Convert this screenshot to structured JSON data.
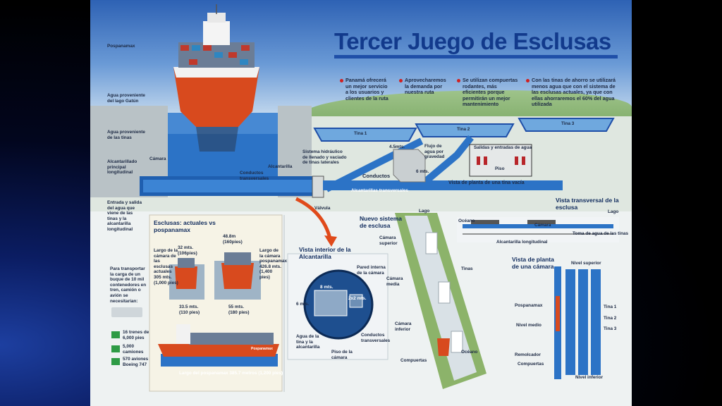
{
  "title": "Tercer Juego de Esclusas",
  "bullets": [
    "Panamá ofrecerá un mejor servicio a los usuarios y clientes de la ruta",
    "Aprovecharemos la demanda por nuestra ruta",
    "Se utilizan compuertas rodantes, más eficientes porque permitirán un mejor mantenimiento",
    "Con las tinas de ahorro se utilizará menos agua que con el sistema de las esclusas actuales, ya que con ellas ahorraremos el 60% del agua utilizada"
  ],
  "section_main": {
    "postpanamax": "Pospanamax",
    "agua_gatun": "Agua proveniente del lago Gatún",
    "agua_tinas": "Agua proveniente de las tinas",
    "camara": "Cámara",
    "alcantarillado": "Alcantarillado principal longitudinal",
    "entrada_salida": "Entrada y salida del agua que viene de las tinas y la alcantarilla longitudinal",
    "conductos_transversales": "Conductos transversales",
    "alcantarilla": "Alcantarilla",
    "sistema_hidraulico": "Sistema hidráulico de llenado y vaciado de tinas laterales",
    "valvula": "Válvula",
    "conductos": "Conductos",
    "alcantarillas_transversales": "Alcantarillas transversales",
    "flujo_agua": "Flujo de agua por gravedad",
    "dim_45": "4.5mts.",
    "dim_6": "6 mts.",
    "tina1": "Tina 1",
    "tina2": "Tina 2",
    "tina3": "Tina 3",
    "salidas_entradas": "Salidas y entradas de agua",
    "piso": "Piso",
    "vista_planta_tina": "Vista de planta de una tina vacía"
  },
  "section_esclusas": {
    "heading": "Esclusas: actuales vs pospanamax",
    "width_actual": "32 mts. (106pies)",
    "width_new": "48.8m (160pies)",
    "length_actual": "Largo de la cámara de las esclusas actuales 305 mts. (1,000 pies)",
    "length_new": "Largo de la cámara pospanamax 426.8 mts. (1,400 pies)",
    "depth_actual": "33.5 mts. (110 pies)",
    "depth_new": "55 mts. (180 pies)",
    "transport": "Para transportar la carga de un buque de 10 mil contenedores en tren, camión o avión se necesitarían:",
    "trenes": "16 trenes de 6,000 pies",
    "camiones": "5,000 camiones",
    "aviones": "570 aviones Boeing 747",
    "ship_length": "Largo del pospanamax 385.7 metros (1,200 pies)",
    "ship_name": "Pospanamax"
  },
  "section_alcantarilla": {
    "heading": "Vista interior de la Alcantarilla",
    "pared": "Pared interna de la cámara",
    "dim_8": "8 mts.",
    "dim_6": "6 mts.",
    "dim_2x2": "2x2 mts.",
    "agua": "Agua de la tina y la alcantarilla",
    "conductos": "Conductos transversales",
    "piso": "Piso de la cámara"
  },
  "section_nuevo": {
    "heading": "Nuevo sistema de esclusa",
    "lago": "Lago",
    "camara_superior": "Cámara superior",
    "camara_media": "Cámara media",
    "camara_inferior": "Cámara inferior",
    "tinas": "Tinas",
    "oceano": "Océano",
    "compuertas": "Compuertas"
  },
  "section_transversal": {
    "heading": "Vista transversal de la esclusa",
    "lago": "Lago",
    "oceano": "Océano",
    "camara": "Cámara",
    "toma": "Toma de agua de las tinas",
    "alcantarilla": "Alcantarilla longitudinal"
  },
  "section_planta": {
    "heading": "Vista de planta de una cámara",
    "nivel_superior": "Nivel superior",
    "pospanamax": "Pospanamax",
    "nivel_medio": "Nivel medio",
    "remolcador": "Remolcador",
    "compuertas": "Compuertas",
    "nivel_inferior": "Nivel inferior",
    "tina1": "Tina 1",
    "tina2": "Tina 2",
    "tina3": "Tina 3"
  },
  "colors": {
    "accent": "#123a8c",
    "water": "#2c73c6",
    "hull": "#d84a1e",
    "marker": "#d02020"
  }
}
